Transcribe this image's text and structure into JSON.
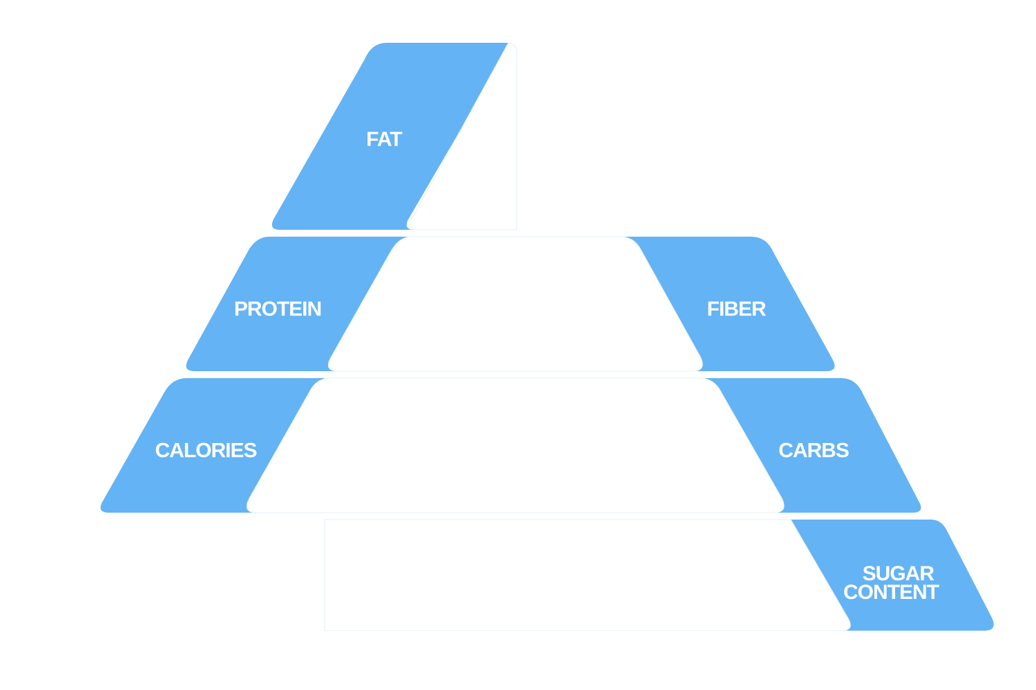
{
  "diagram": {
    "colors": {
      "tab": "#64b3f4",
      "inner": "#ffffff",
      "text": "#ffffff"
    },
    "tabs": [
      {
        "label": "FAT"
      },
      {
        "label": "PROTEIN"
      },
      {
        "label": "CALORIES"
      },
      {
        "label": "FIBER"
      },
      {
        "label": "CARBS"
      },
      {
        "label": "SUGAR CONTENT",
        "lines": [
          "SUGAR",
          "CONTENT"
        ]
      }
    ]
  }
}
